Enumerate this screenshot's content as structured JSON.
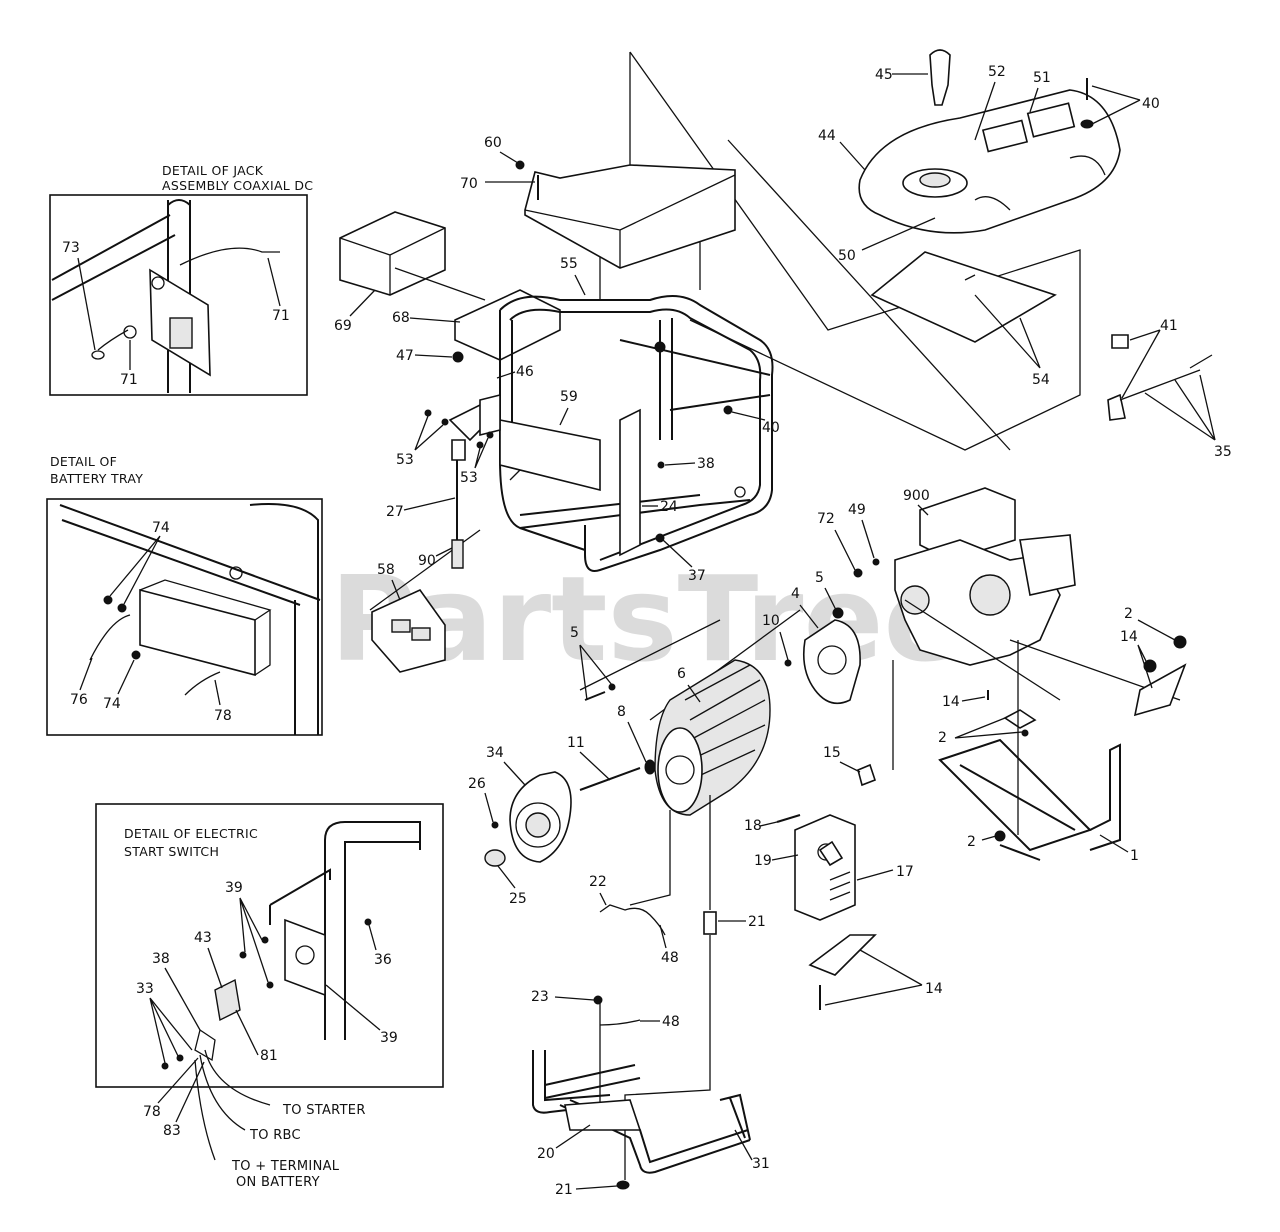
{
  "watermark": "PartsTree",
  "details": {
    "jack": [
      "DETAIL OF JACK",
      "ASSEMBLY COAXIAL DC"
    ],
    "battery": [
      "DETAIL OF",
      "BATTERY TRAY"
    ],
    "switch": [
      "DETAIL OF ELECTRIC",
      "START SWITCH"
    ]
  },
  "notes": {
    "to_starter": "TO STARTER",
    "to_rbc": "TO RBC",
    "to_terminal": [
      "TO + TERMINAL",
      "ON BATTERY"
    ]
  },
  "callouts": {
    "c45": "45",
    "c52": "52",
    "c51": "51",
    "c40a": "40",
    "c44": "44",
    "c50": "50",
    "c54": "54",
    "c41": "41",
    "c35": "35",
    "c60": "60",
    "c70": "70",
    "c69": "69",
    "c68": "68",
    "c55": "55",
    "c47": "47",
    "c46": "46",
    "c59": "59",
    "c40b": "40",
    "c38a": "38",
    "c53a": "53",
    "c53b": "53",
    "c27": "27",
    "c90": "90",
    "c24": "24",
    "c37": "37",
    "c58": "58",
    "c900": "900",
    "c72": "72",
    "c49": "49",
    "c5a": "5",
    "c4": "4",
    "c10": "10",
    "c5b": "5",
    "c6": "6",
    "c2a": "2",
    "c14a": "14",
    "c14b": "14",
    "c2b": "2",
    "c34": "34",
    "c11": "11",
    "c8": "8",
    "c26": "26",
    "c15": "15",
    "c18": "18",
    "c19": "19",
    "c17": "17",
    "c2c": "2",
    "c1": "1",
    "c25": "25",
    "c22": "22",
    "c48a": "48",
    "c21a": "21",
    "c14c": "14",
    "c23": "23",
    "c48b": "48",
    "c20": "20",
    "c31": "31",
    "c21b": "21",
    "c73": "73",
    "c71a": "71",
    "c71b": "71",
    "c74a": "74",
    "c76": "76",
    "c74b": "74",
    "c78a": "78",
    "c39a": "39",
    "c36a": "36",
    "c43": "43",
    "c38b": "38",
    "c33": "33",
    "c81": "81",
    "c39b": "39",
    "c78b": "78",
    "c83": "83"
  }
}
